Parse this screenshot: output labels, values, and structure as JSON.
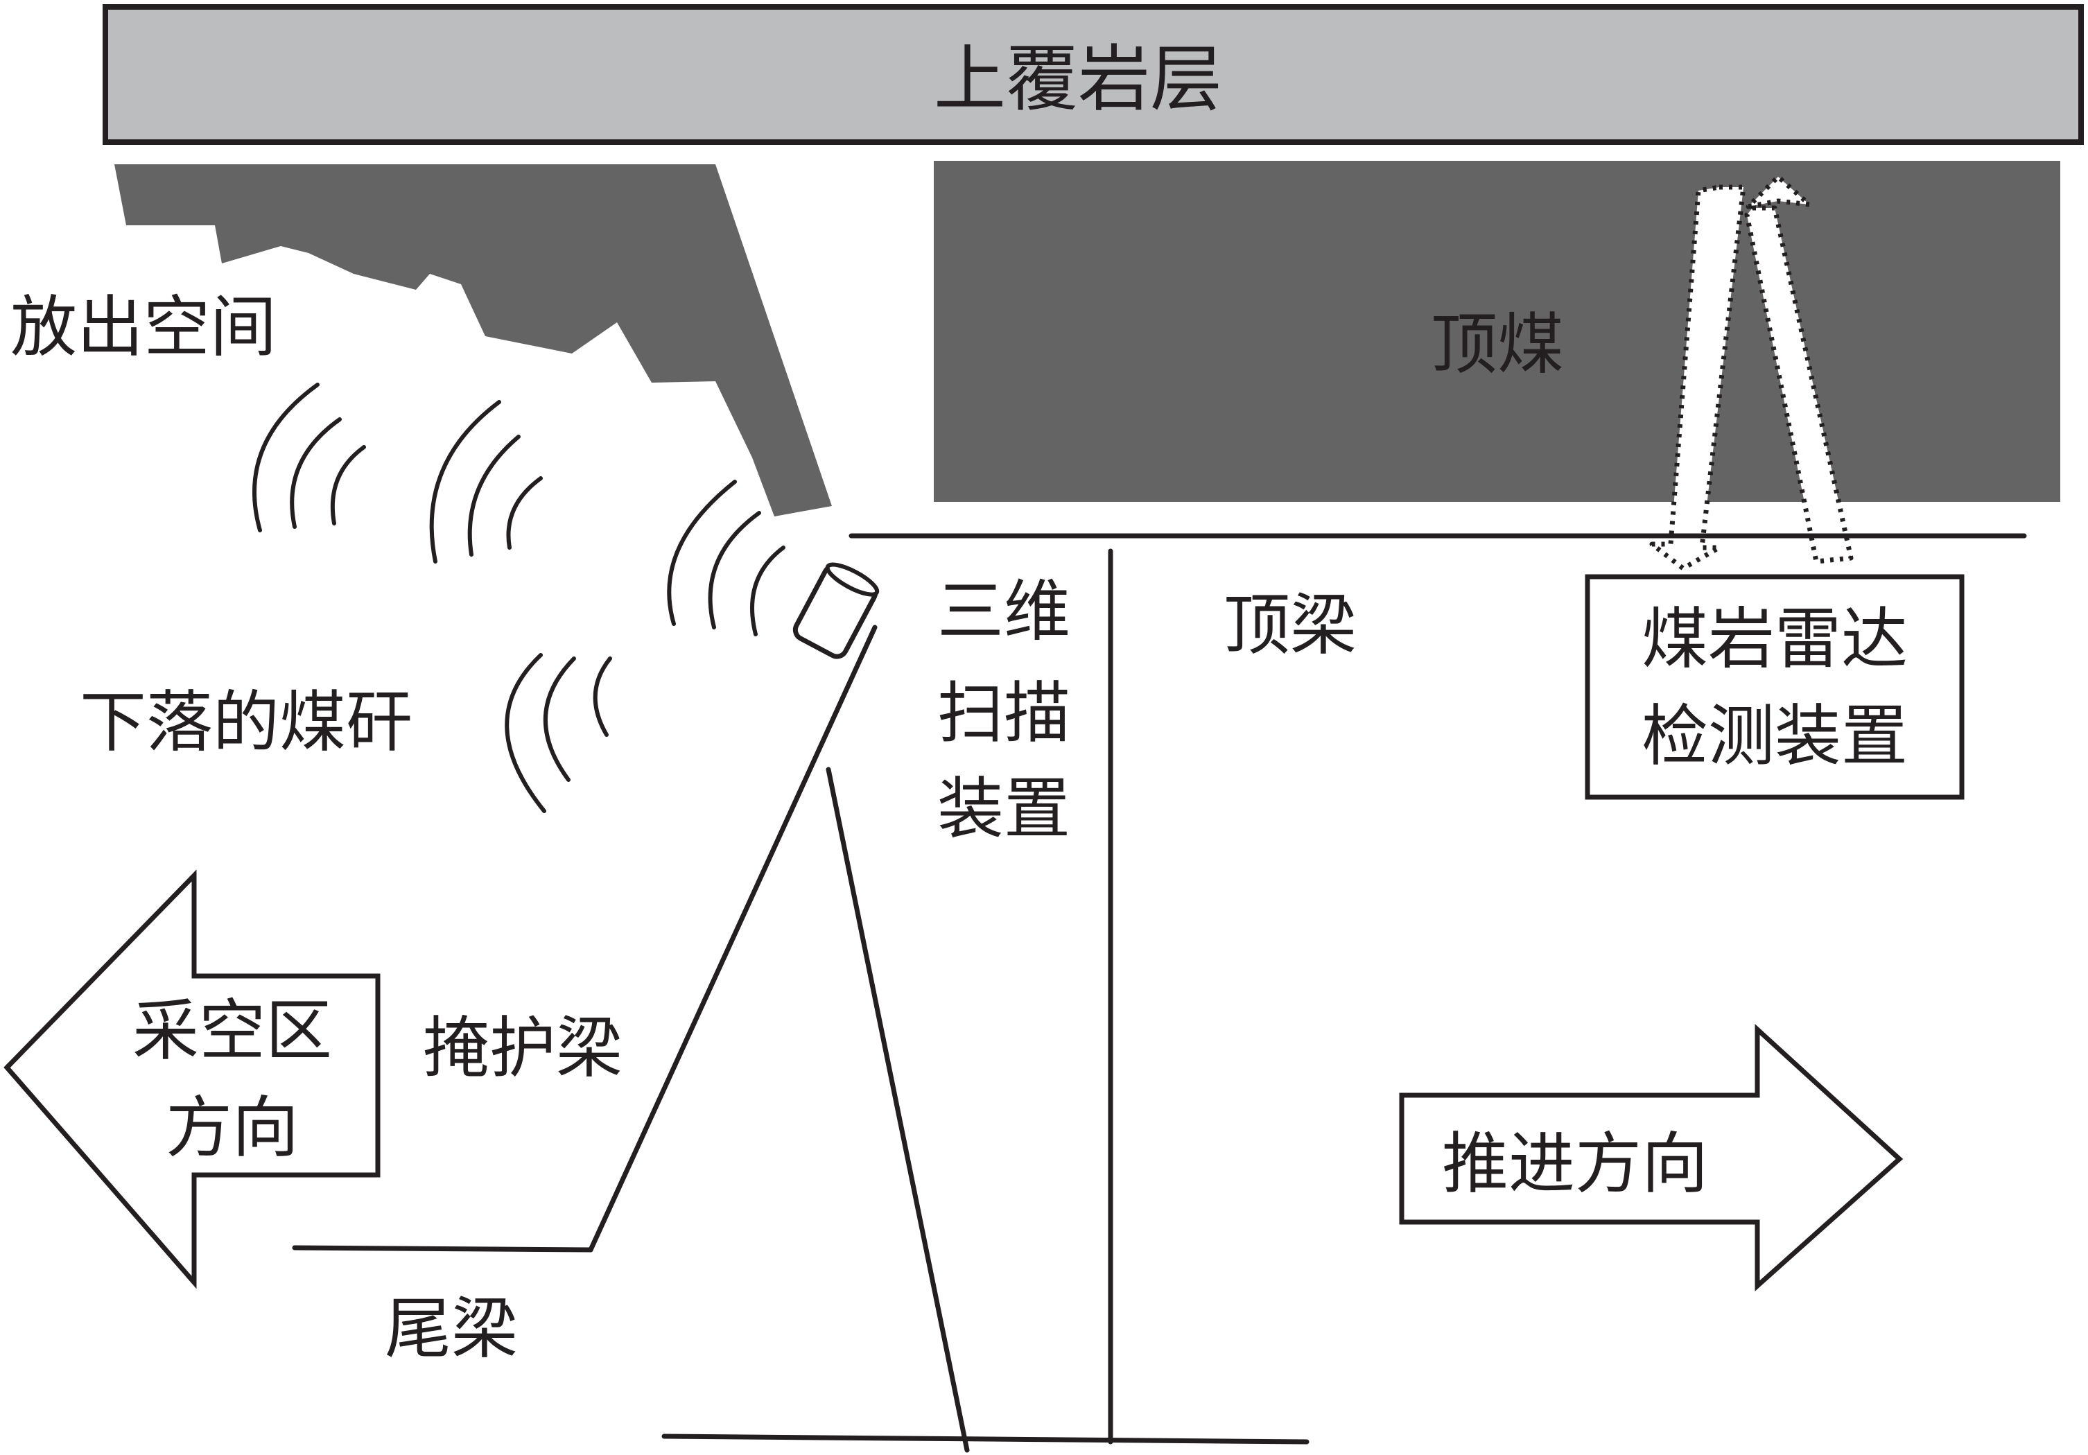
{
  "labels": {
    "overburden": "上覆岩层",
    "top_coal": "顶煤",
    "release_space": "放出空间",
    "falling_coal_gangue": "下落的煤矸",
    "scanner_line1": "三维",
    "scanner_line2": "扫描",
    "scanner_line3": "装置",
    "canopy": "顶梁",
    "radar_line1": "煤岩雷达",
    "radar_line2": "检测装置",
    "shield_beam": "掩护梁",
    "tail_beam": "尾梁",
    "goaf_line1": "采空区",
    "goaf_line2": "方向",
    "advance": "推进方向"
  },
  "colors": {
    "overburden_fill": "#bcbdbf",
    "coal_fill": "#646464",
    "ink": "#231f20",
    "background": "#ffffff"
  },
  "icons": {
    "scanner": "cylinder-sensor-icon",
    "radar_arrows": "bidirectional-dotted-arrow-icon",
    "goaf_arrow": "left-block-arrow-icon",
    "advance_arrow": "right-block-arrow-icon"
  }
}
